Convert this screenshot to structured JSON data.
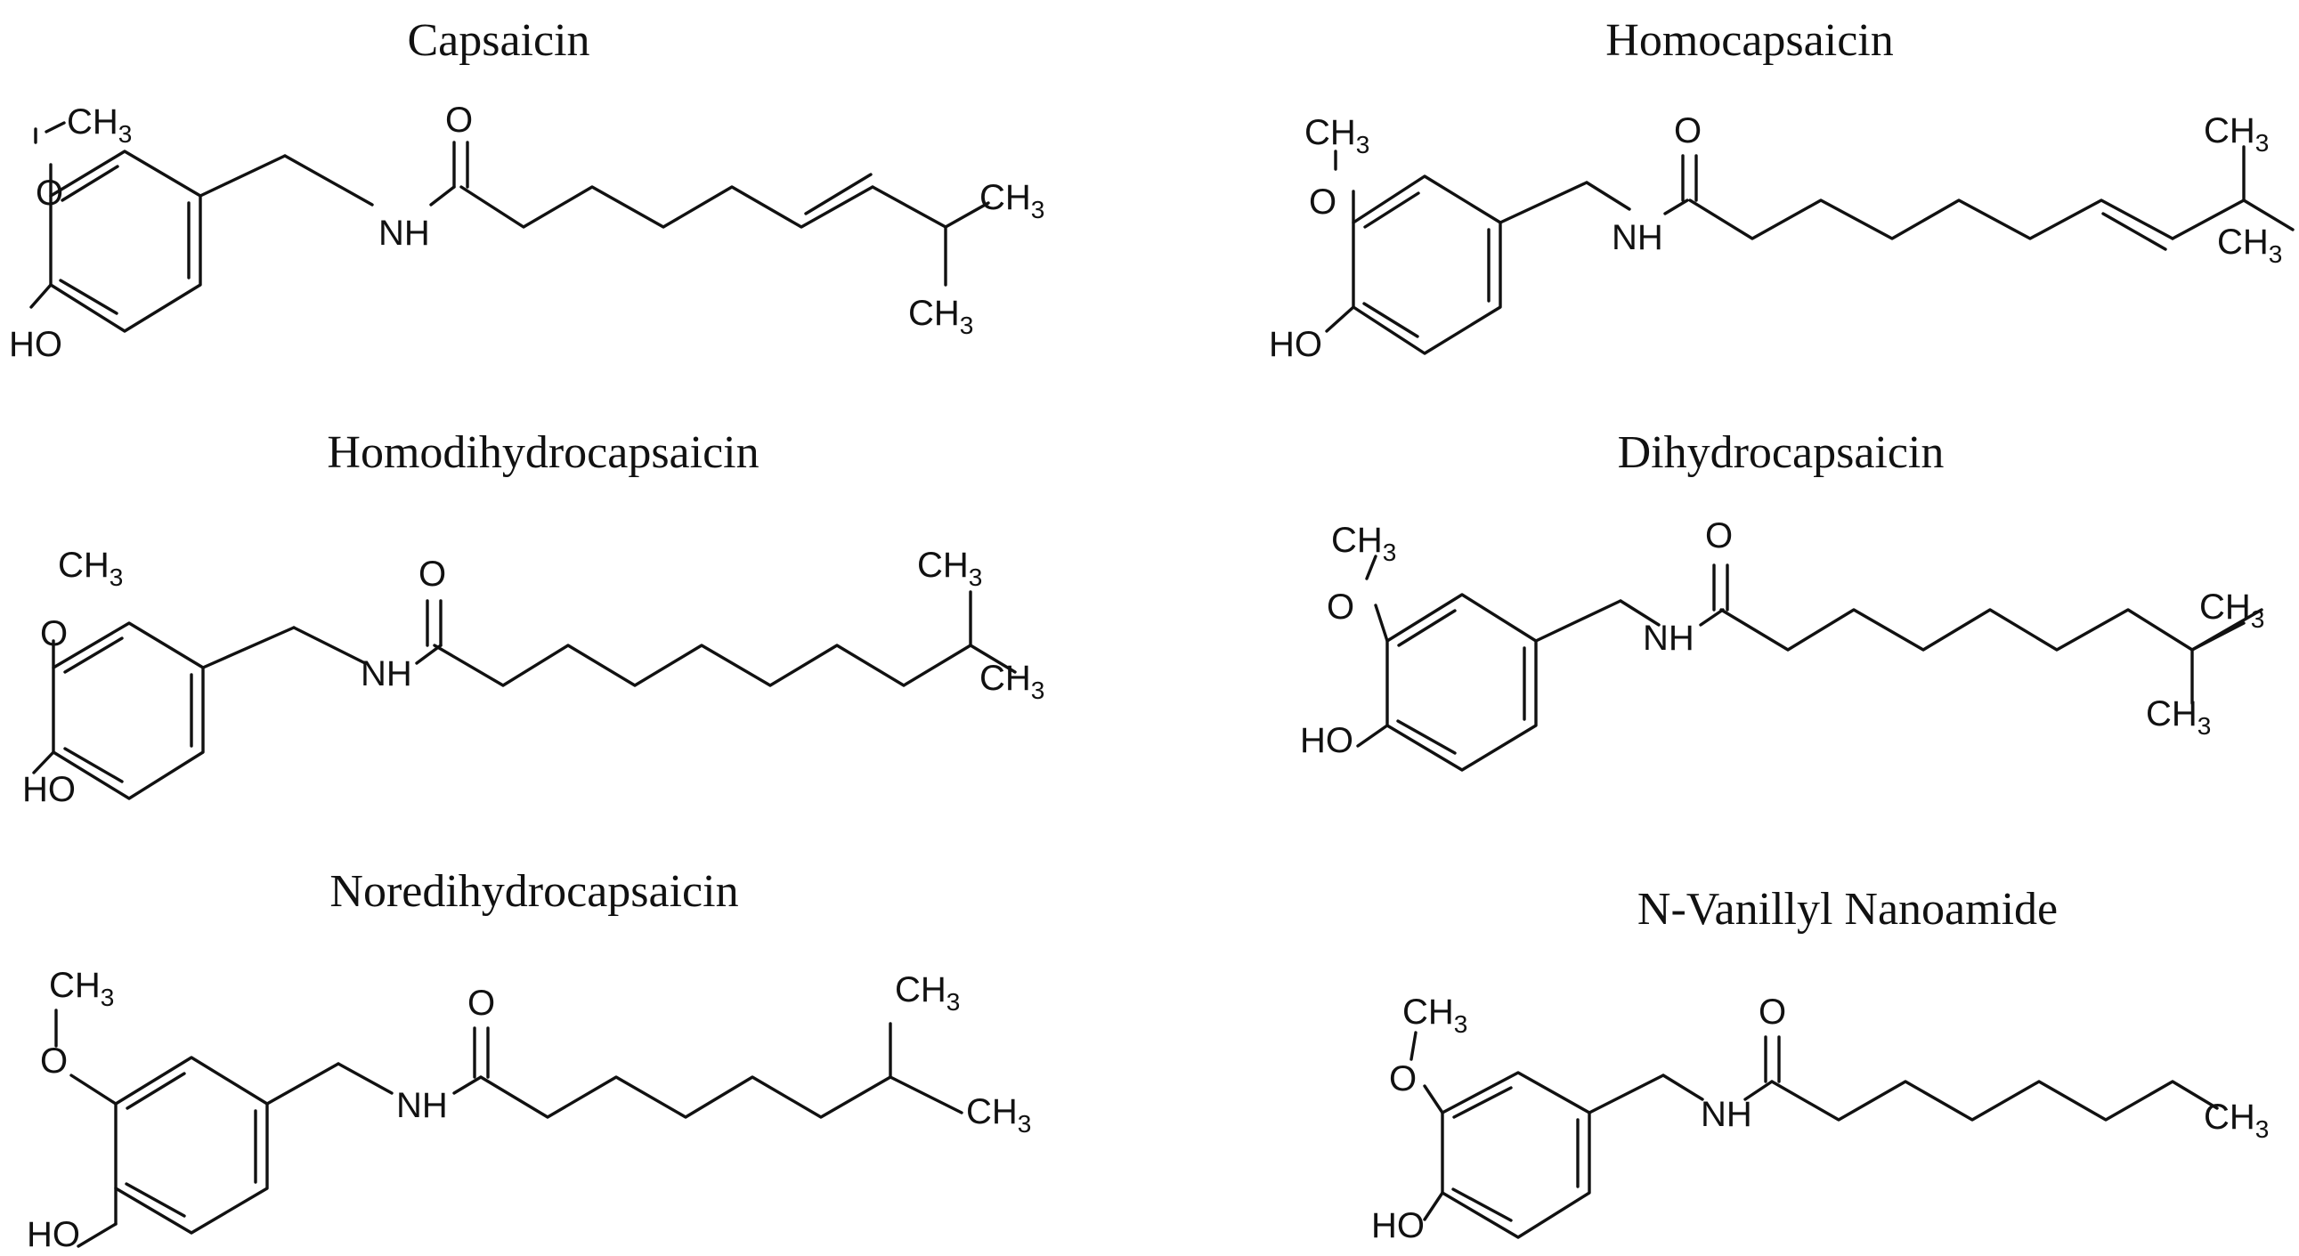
{
  "figure": {
    "molecules": [
      {
        "name": "Capsaicin",
        "atoms": {
          "methyl": "CH3",
          "hydroxyl": "HO",
          "amide_nh": "NH",
          "carbonyl_o": "O",
          "methyl_end_a": "CH3",
          "methyl_end_b": "CH3"
        }
      },
      {
        "name": "Homocapsaicin",
        "atoms": {
          "methyl": "CH3",
          "hydroxyl": "HO",
          "amide_nh": "NH",
          "carbonyl_o": "O",
          "methyl_end_a": "CH3",
          "methyl_end_b": "CH3"
        }
      },
      {
        "name": "Homodihydrocapsaicin",
        "atoms": {
          "methyl": "CH3",
          "hydroxyl": "HO",
          "amide_nh": "NH",
          "carbonyl_o": "O",
          "methyl_end_a": "CH3",
          "methyl_end_b": "CH3"
        }
      },
      {
        "name": "Dihydrocapsaicin",
        "atoms": {
          "methyl": "CH3",
          "hydroxyl": "HO",
          "amide_nh": "NH",
          "carbonyl_o": "O",
          "methyl_end_a": "CH3",
          "methyl_end_b": "CH3"
        }
      },
      {
        "name": "Noredihydrocapsaicin",
        "atoms": {
          "methyl": "CH3",
          "hydroxyl": "HO",
          "amide_nh": "NH",
          "carbonyl_o": "O",
          "methyl_end_a": "CH3",
          "methyl_end_b": "CH3"
        }
      },
      {
        "name": "N-Vanillyl Nanoamide",
        "atoms": {
          "methyl": "CH3",
          "hydroxyl": "HO",
          "amide_nh": "NH",
          "carbonyl_o": "O",
          "methyl_end_a": "CH3"
        }
      }
    ]
  }
}
